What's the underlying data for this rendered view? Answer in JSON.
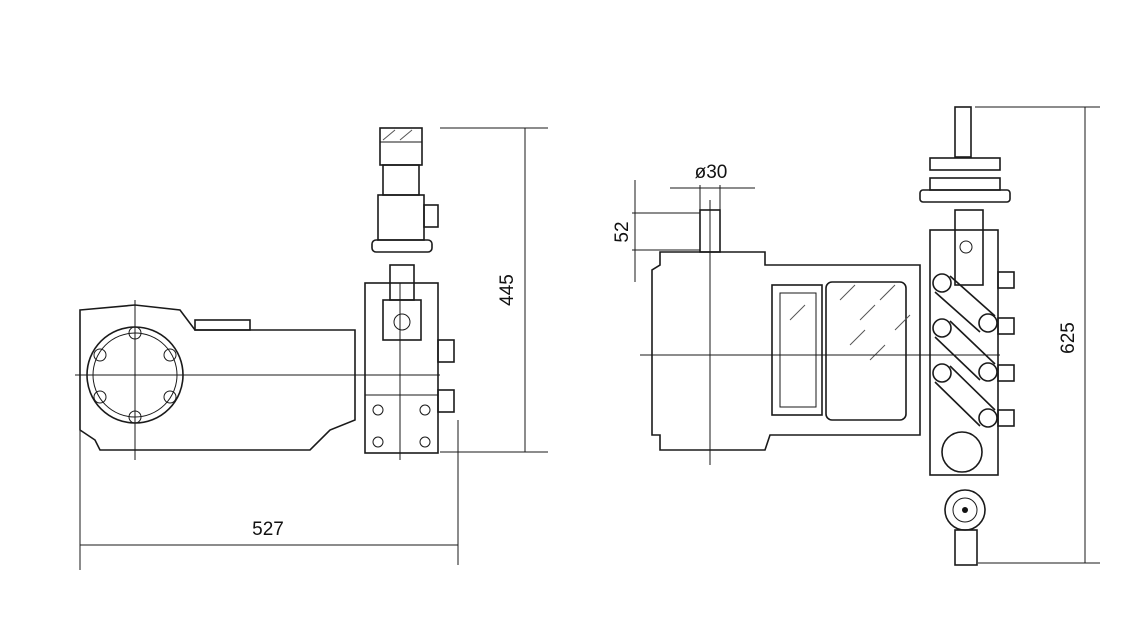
{
  "drawing": {
    "side_view": {
      "width_dim": "527",
      "height_dim": "445"
    },
    "front_view": {
      "shaft_diameter": "ø30",
      "shaft_length": "52",
      "height_dim": "625"
    }
  },
  "colors": {
    "line": "#1a1a1a",
    "background": "#ffffff"
  }
}
